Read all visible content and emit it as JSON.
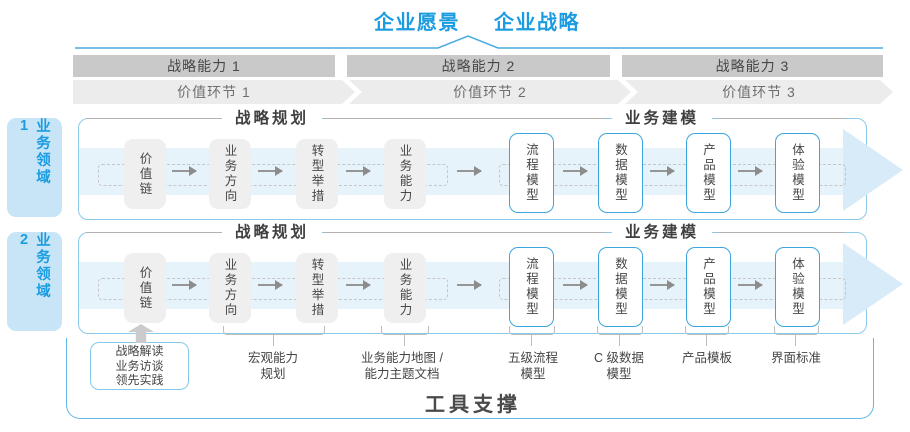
{
  "title": {
    "vision": "企业愿景",
    "strategy": "企业战略"
  },
  "strategic_capabilities": [
    "战略能力 1",
    "战略能力 2",
    "战略能力 3"
  ],
  "value_links": [
    "价值环节 1",
    "价值环节 2",
    "价值环节 3"
  ],
  "business_domains": [
    "业务领域 1",
    "业务领域 2"
  ],
  "row_template": {
    "planning_header": "战略规划",
    "modeling_header": "业务建模",
    "planning_boxes": [
      "价值链",
      "业务方向",
      "转型举措",
      "业务能力"
    ],
    "modeling_boxes": [
      "流程模型",
      "数据模型",
      "产品模型",
      "体验模型"
    ]
  },
  "annotations": {
    "input_box_lines": [
      "战略解读",
      "业务访谈",
      "领先实践"
    ],
    "labels": [
      [
        "宏观能力",
        "规划"
      ],
      [
        "业务能力地图 /",
        "能力主题文档"
      ],
      [
        "五级流程",
        "模型"
      ],
      [
        "C 级数据",
        "模型"
      ],
      [
        "产品模板"
      ],
      [
        "界面标准"
      ]
    ]
  },
  "footer_label": "工具支撑",
  "colors": {
    "accent_blue": "#1B9CE1",
    "box_border_blue": "#3BA6DE",
    "row_border_blue": "#8CCAEC",
    "band_blue": "#E7F3FB",
    "arrowhead_blue": "#D7EBF8",
    "domain_fill_blue": "#C7E5F6",
    "bar_gray": "#C9C9C9",
    "chevron_gray": "#ECECEC",
    "box_gray": "#EFEFEF",
    "text_dark": "#454545"
  }
}
